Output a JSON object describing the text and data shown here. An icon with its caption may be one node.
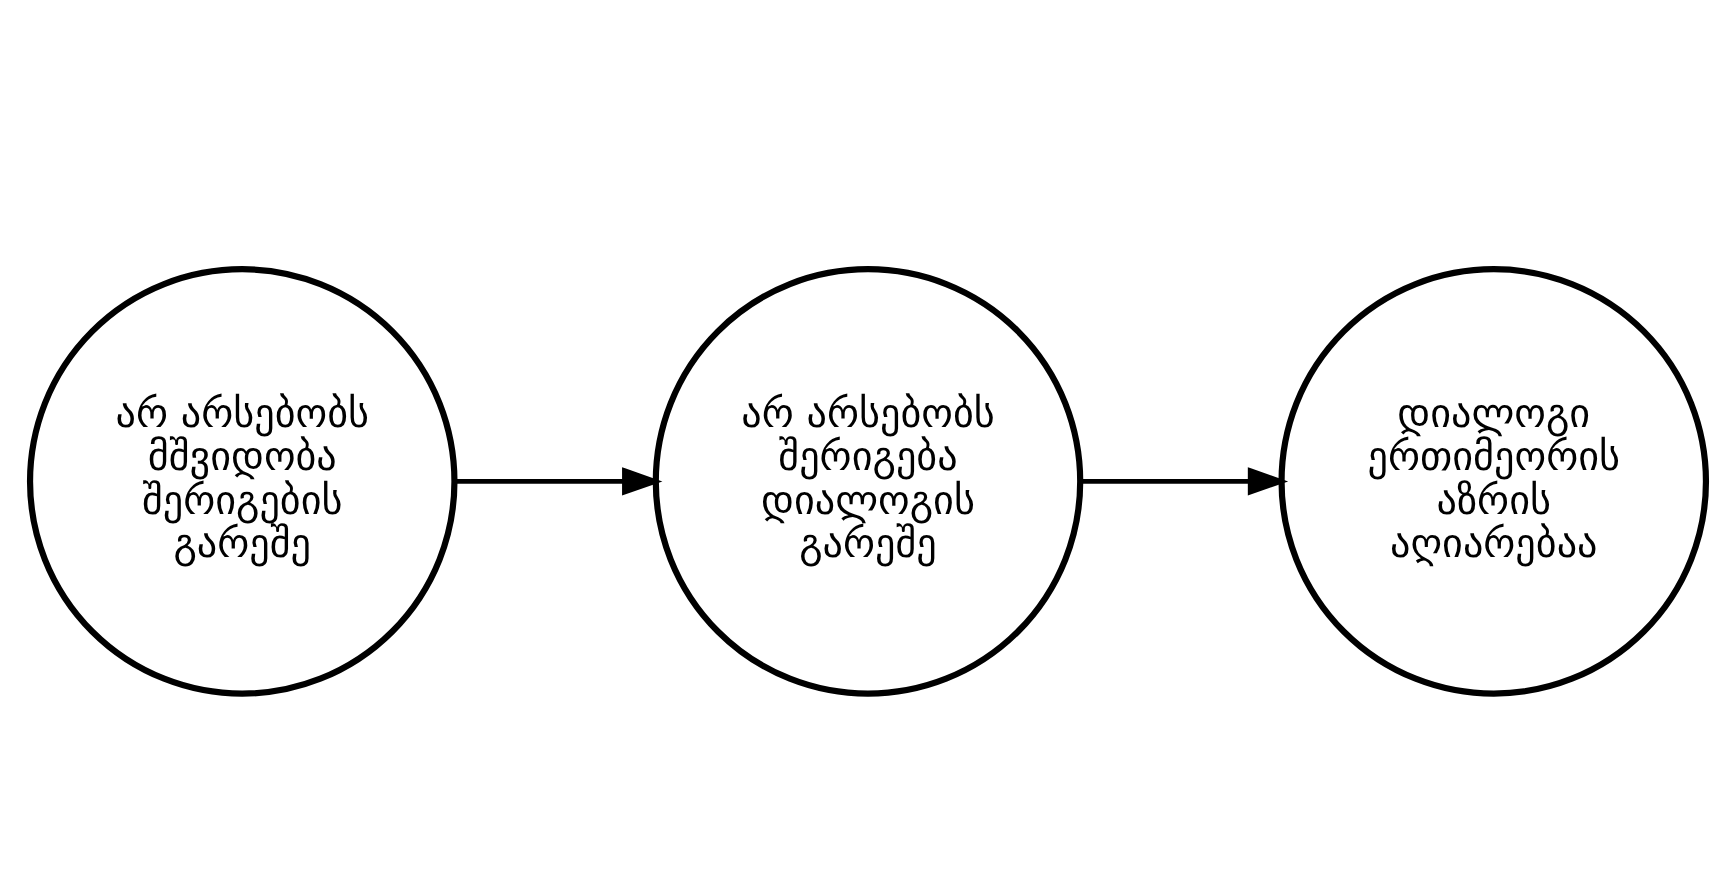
{
  "diagram": {
    "nodes": [
      {
        "text": [
          "არ არსებობს მშვიდობა შერიგების გარეშე"
        ]
      },
      {
        "text": [
          "არ არსებობს შერიგება დიალოგის გარეშე"
        ]
      },
      {
        "text": [
          "დიალოგი ერთიმეორის აზრის აღიარებაა"
        ]
      }
    ],
    "edges": [
      {
        "from": 0,
        "to": 1,
        "arrow": "to"
      },
      {
        "from": 1,
        "to": 2,
        "arrow": "to"
      }
    ]
  }
}
